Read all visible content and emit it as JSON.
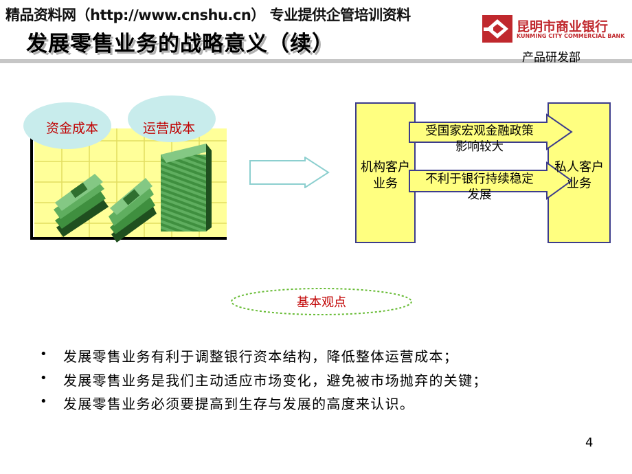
{
  "header": {
    "watermark": "精品资料网（http://www.cnshu.cn） 专业提供企管培训资料",
    "title": "发展零售业务的战略意义（续）",
    "department": "产品研发部"
  },
  "logo": {
    "name": "昆明市商业银行",
    "english": "KUNMING CITY COMMERCIAL BANK",
    "color": "#c0282d"
  },
  "illustration": {
    "bubble_left": "资金成本",
    "bubble_right": "运营成本",
    "bubble_color": "#c8ecec",
    "grid_color": "#ffff99",
    "money_color": "#3f8f3f"
  },
  "flow": {
    "left_box": [
      "机构客户",
      "业务"
    ],
    "right_box": [
      "私人客户",
      "业务"
    ],
    "arrow_top": [
      "受国家宏观金融政策",
      "影响较大"
    ],
    "arrow_bottom": [
      "不利于银行持续稳定",
      "发展"
    ],
    "box_color": "#ffff80",
    "border_color": "#3c3c8c"
  },
  "viewpoint": {
    "label": "基本观点",
    "color": "#c00000",
    "border_color": "#66bb33"
  },
  "bullets": [
    "发展零售业务有利于调整银行资本结构，降低整体运营成本；",
    "发展零售业务是我们主动适应市场变化，避免被市场抛弃的关键；",
    "发展零售业务必须要提高到生存与发展的高度来认识。"
  ],
  "bullet_marker": "•",
  "page_number": "4"
}
